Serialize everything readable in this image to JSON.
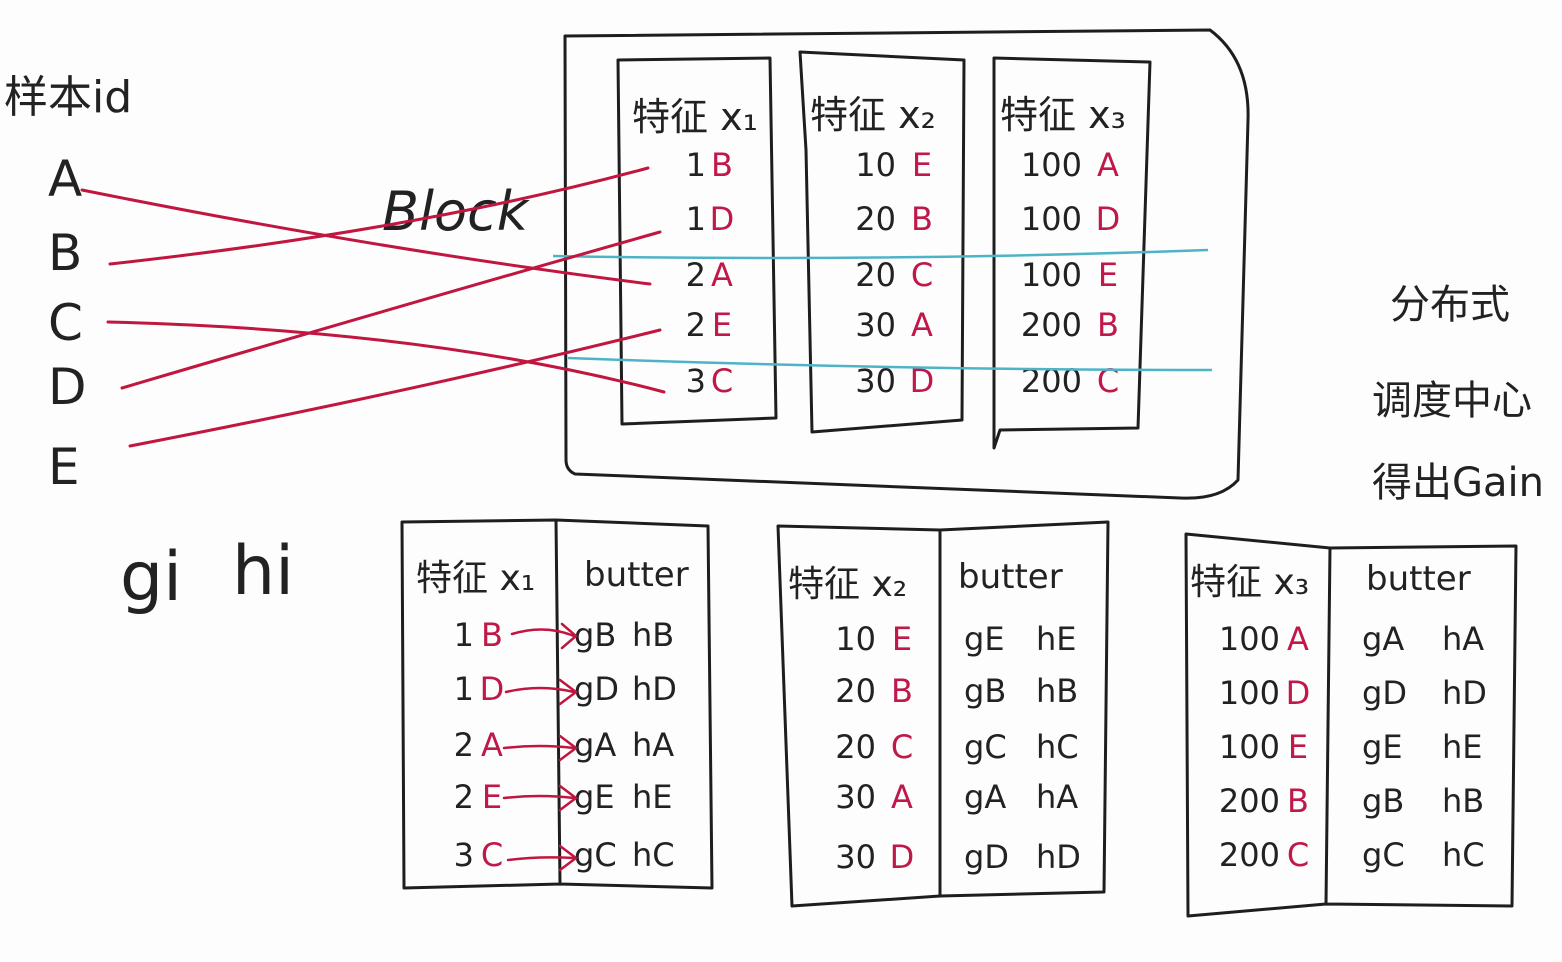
{
  "left": {
    "header": "样本id",
    "samples": [
      "A",
      "B",
      "C",
      "D",
      "E"
    ],
    "block_label": "Block",
    "gh_label_g": "gi",
    "gh_label_h": "hi"
  },
  "top_block": {
    "columns": [
      {
        "header": "特征 x₁",
        "values": [
          "1",
          "1",
          "2",
          "2",
          "3"
        ],
        "ids": [
          "B",
          "D",
          "A",
          "E",
          "C"
        ]
      },
      {
        "header": "特征 x₂",
        "values": [
          "10",
          "20",
          "20",
          "30",
          "30"
        ],
        "ids": [
          "E",
          "B",
          "C",
          "A",
          "D"
        ]
      },
      {
        "header": "特征 x₃",
        "values": [
          "100",
          "100",
          "100",
          "200",
          "200"
        ],
        "ids": [
          "A",
          "D",
          "E",
          "B",
          "C"
        ]
      }
    ]
  },
  "right_notes": [
    "分布式",
    "调度中心",
    "得出Gain"
  ],
  "bottom_tables": [
    {
      "header": "特征 x₁",
      "buffer_header": "butter",
      "values": [
        "1",
        "1",
        "2",
        "2",
        "3"
      ],
      "ids": [
        "B",
        "D",
        "A",
        "E",
        "C"
      ],
      "g": [
        "gB",
        "gD",
        "gA",
        "gE",
        "gC"
      ],
      "h": [
        "hB",
        "hD",
        "hA",
        "hE",
        "hC"
      ]
    },
    {
      "header": "特征 x₂",
      "buffer_header": "butter",
      "values": [
        "10",
        "20",
        "20",
        "30",
        "30"
      ],
      "ids": [
        "E",
        "B",
        "C",
        "A",
        "D"
      ],
      "g": [
        "gE",
        "gB",
        "gC",
        "gA",
        "gD"
      ],
      "h": [
        "hE",
        "hB",
        "hC",
        "hA",
        "hD"
      ]
    },
    {
      "header": "特征 x₃",
      "buffer_header": "butter",
      "values": [
        "100",
        "100",
        "100",
        "200",
        "200"
      ],
      "ids": [
        "A",
        "D",
        "E",
        "B",
        "C"
      ],
      "g": [
        "gA",
        "gD",
        "gE",
        "gB",
        "gC"
      ],
      "h": [
        "hA",
        "hD",
        "hE",
        "hB",
        "hC"
      ]
    }
  ],
  "colors": {
    "ink": "#222222",
    "red": "#c01848",
    "blue": "#4fb3c8"
  }
}
